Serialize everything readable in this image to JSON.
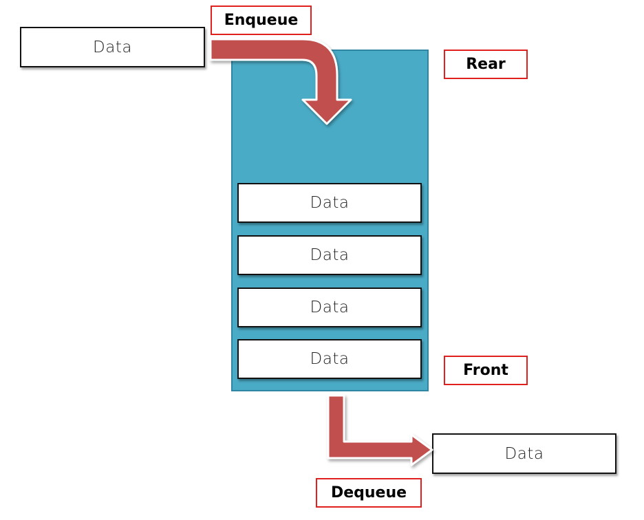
{
  "colors": {
    "queue_fill": "#4aabc6",
    "arrow_fill": "#c0504d",
    "label_border": "#e0201c",
    "box_border": "#111111"
  },
  "incoming": {
    "label": "Data"
  },
  "outgoing": {
    "label": "Data"
  },
  "queue_items": [
    {
      "label": "Data"
    },
    {
      "label": "Data"
    },
    {
      "label": "Data"
    },
    {
      "label": "Data"
    }
  ],
  "labels": {
    "enqueue": "Enqueue",
    "dequeue": "Dequeue",
    "rear": "Rear",
    "front": "Front"
  },
  "icons": {
    "enqueue_arrow": "curved-down-arrow-icon",
    "dequeue_arrow": "curved-right-arrow-icon"
  }
}
